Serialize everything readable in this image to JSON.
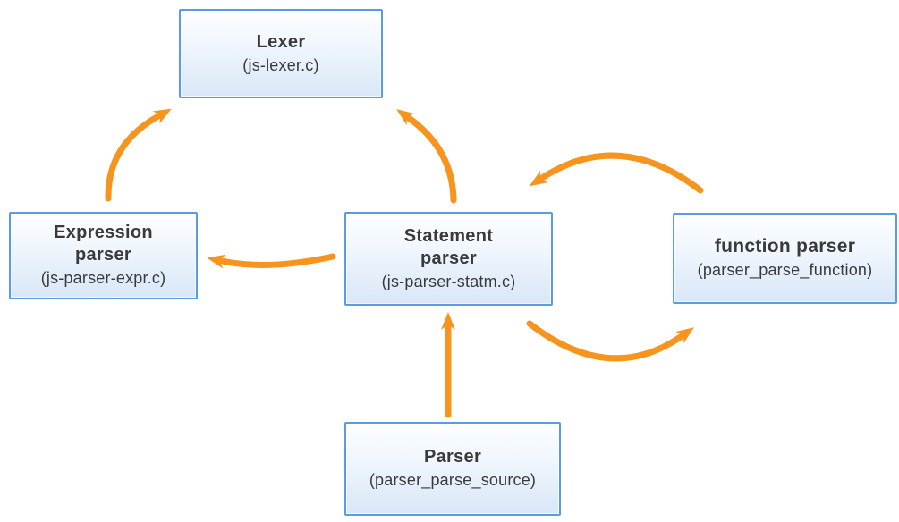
{
  "diagram": {
    "colors": {
      "arrow": "#F7941E",
      "node_border": "#5B9BE0",
      "node_fill_top": "#FEFFFF",
      "node_fill_bottom": "#D9E7F8",
      "text": "#3A3A3A",
      "background": "#FFFFFF"
    },
    "nodes": [
      {
        "id": "lexer",
        "title": "Lexer",
        "subtitle": "(js-lexer.c)"
      },
      {
        "id": "expression-parser",
        "title": "Expression\nparser",
        "subtitle": "(js-parser-expr.c)"
      },
      {
        "id": "statement-parser",
        "title": "Statement\nparser",
        "subtitle": "(js-parser-statm.c)"
      },
      {
        "id": "function-parser",
        "title": "function parser",
        "subtitle": "(parser_parse_function)"
      },
      {
        "id": "parser",
        "title": "Parser",
        "subtitle": "(parser_parse_source)"
      }
    ],
    "edges": [
      {
        "from": "expression-parser",
        "to": "lexer"
      },
      {
        "from": "statement-parser",
        "to": "lexer"
      },
      {
        "from": "statement-parser",
        "to": "expression-parser"
      },
      {
        "from": "function-parser",
        "to": "statement-parser"
      },
      {
        "from": "statement-parser",
        "to": "function-parser"
      },
      {
        "from": "parser",
        "to": "statement-parser"
      }
    ]
  }
}
